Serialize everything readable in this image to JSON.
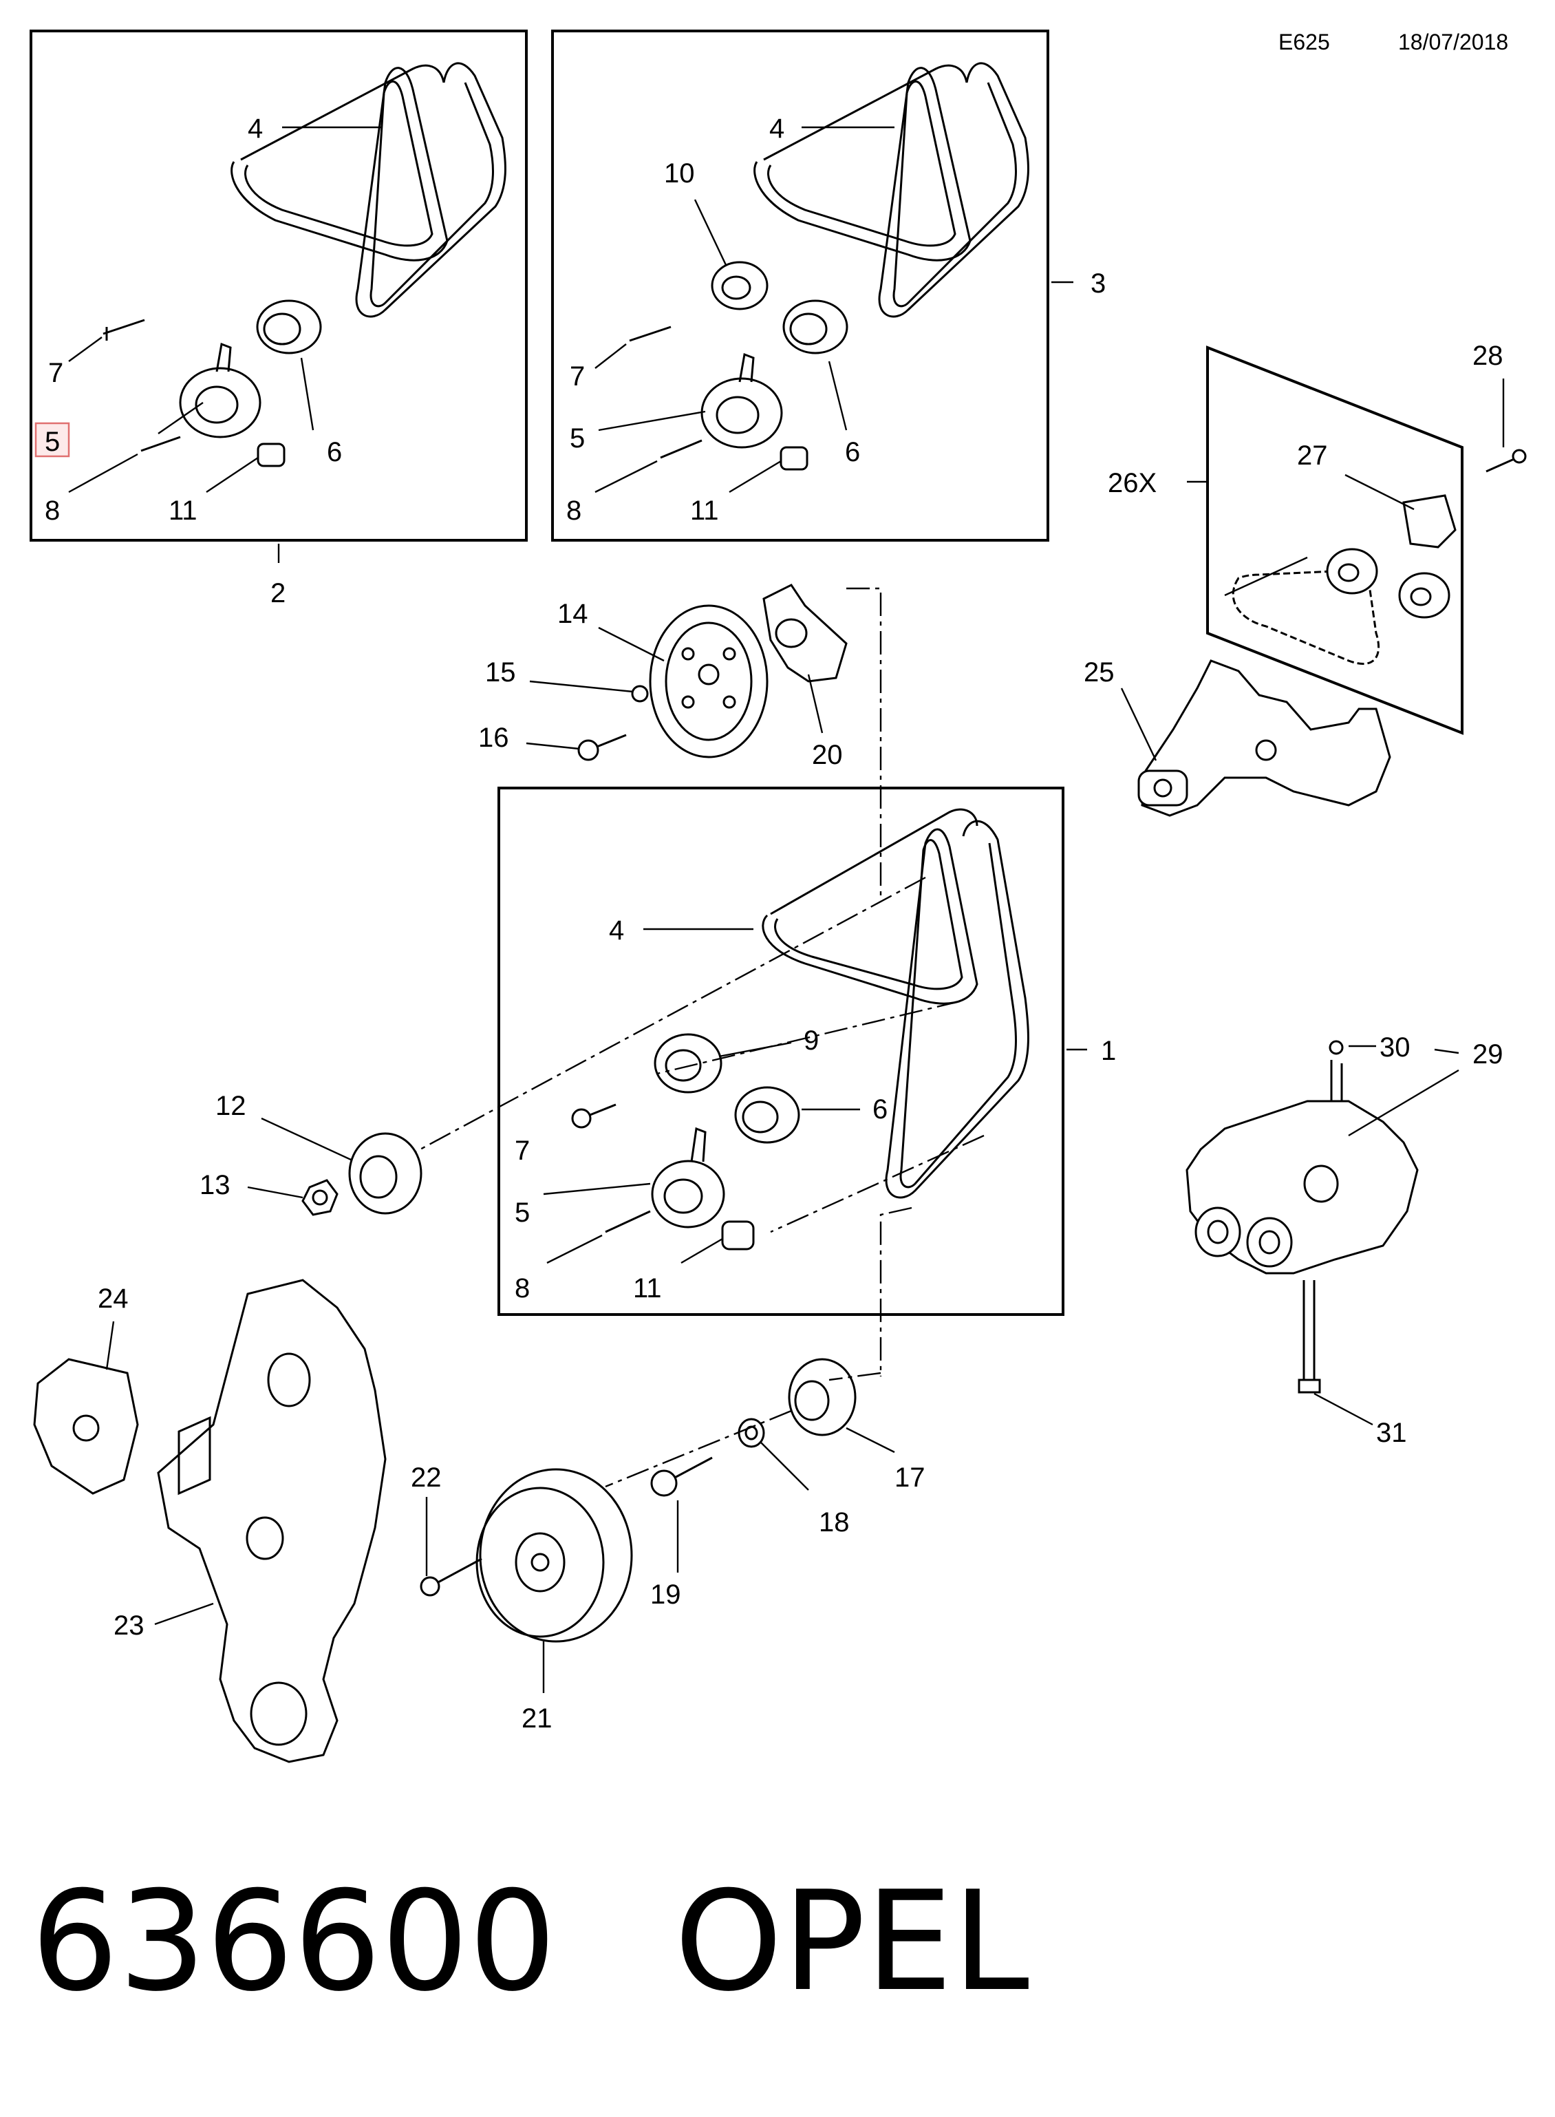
{
  "header": {
    "code": "E625",
    "date": "18/07/2018"
  },
  "footer": {
    "part_number": "636600",
    "brand": "OPEL"
  },
  "highlight_color": "#e07070",
  "callouts": {
    "c1": "1",
    "c2": "2",
    "c3": "3",
    "c4a": "4",
    "c4b": "4",
    "c4c": "4",
    "c5a": "5",
    "c5b": "5",
    "c5c": "5",
    "c6a": "6",
    "c6b": "6",
    "c6c": "6",
    "c7a": "7",
    "c7b": "7",
    "c7c": "7",
    "c8a": "8",
    "c8b": "8",
    "c8c": "8",
    "c9": "9",
    "c10": "10",
    "c11a": "11",
    "c11b": "11",
    "c11c": "11",
    "c12": "12",
    "c13": "13",
    "c14": "14",
    "c15": "15",
    "c16": "16",
    "c17": "17",
    "c18": "18",
    "c19": "19",
    "c20": "20",
    "c21": "21",
    "c22": "22",
    "c23": "23",
    "c24": "24",
    "c25": "25",
    "c26": "26X",
    "c27": "27",
    "c28": "28",
    "c29": "29",
    "c30": "30",
    "c31": "31"
  }
}
